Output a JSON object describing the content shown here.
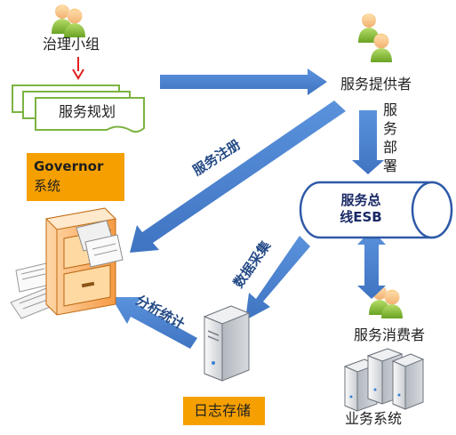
{
  "nodes": {
    "governance_group": "治理小组",
    "service_planning": "服务规划",
    "service_provider": "服务提供者",
    "service_deploy": "服务部署",
    "esb_line1": "服务总",
    "esb_line2": "线ESB",
    "governor_line1": "Governor",
    "governor_line2": "系统",
    "log_storage": "日志存储",
    "service_consumer": "服务消费者",
    "business_system": "业务系统"
  },
  "edges": {
    "service_register": "服务注册",
    "data_collect": "数据采集",
    "analysis_stats": "分析统计"
  },
  "colors": {
    "arrow_blue": "#4f86d3",
    "red_arrow": "#e02020",
    "orange_box": "#f5a000",
    "esb_border": "#2f5aa8",
    "doc_border": "#7cb342"
  }
}
